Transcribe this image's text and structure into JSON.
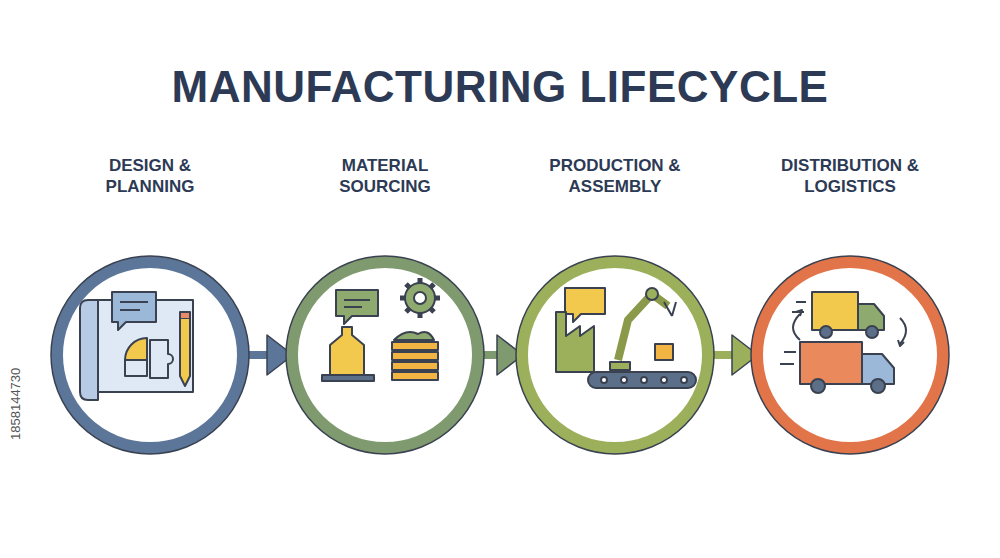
{
  "diagram": {
    "title": "MANUFACTURING LIFECYCLE",
    "nodes": [
      {
        "text": [
          "DESIGN & PLANNING"
        ]
      },
      {
        "text": [
          "MATERIAL SOURCING"
        ]
      },
      {
        "text": [
          "PRODUCTION & ASSEMBLY"
        ]
      },
      {
        "text": [
          "DISTRIBUTION & LOGISTICS"
        ]
      }
    ],
    "edges": [
      {
        "from": 0,
        "to": 1,
        "arrow": "to"
      },
      {
        "from": 1,
        "to": 2,
        "arrow": "to"
      },
      {
        "from": 2,
        "to": 3,
        "arrow": "to"
      }
    ],
    "labels": [
      "1858144730"
    ]
  }
}
